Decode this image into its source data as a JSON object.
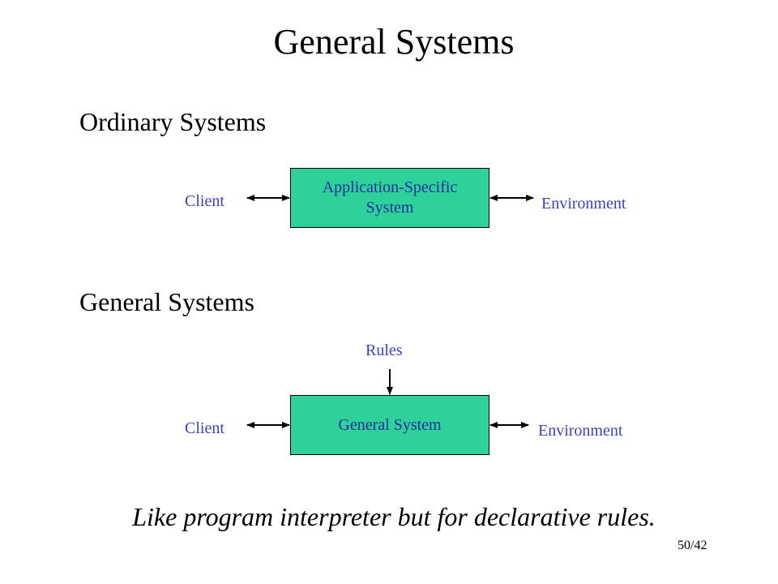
{
  "title": "General Systems",
  "sections": {
    "ordinary": {
      "heading": "Ordinary Systems",
      "box_line1": "Application-Specific",
      "box_line2": "System",
      "client": "Client",
      "environment": "Environment"
    },
    "general": {
      "heading": "General Systems",
      "box": "General System",
      "rules": "Rules",
      "client": "Client",
      "environment": "Environment"
    }
  },
  "note": "Like program interpreter but for declarative rules.",
  "page_number": "50/42",
  "colors": {
    "box_fill": "#2fd19b",
    "label_text": "#3f3fbf",
    "box_text": "#1f2f9a"
  }
}
